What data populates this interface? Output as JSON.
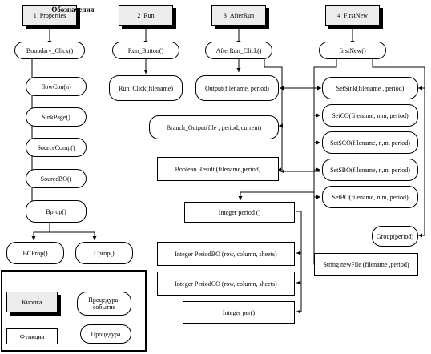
{
  "modules": {
    "properties": "1_Properties",
    "run": "2_Run",
    "afterrun": "3_AfterRun",
    "firstnew": "4_FirstNew"
  },
  "column1": {
    "boundary_click": "Boundary_Click()",
    "flowcon": "flowCon(n)",
    "sinkpage": "SinkPage()",
    "sourcecomp": "SourceComp()",
    "sourcebo": "SourceBO()",
    "bprop": "Bprop()",
    "bcprop": "BCProp()",
    "cprop": "Cprop()"
  },
  "column2": {
    "run_button": "Run_Button()",
    "run_click": "Run_Click(filename)"
  },
  "column3": {
    "afterrun_click": "AfterRun_Click()",
    "output": "Output(filename, period)",
    "branch_output": "Branch_Output(file , period, current)",
    "boolean_result": "Boolean Result (filename,period)",
    "integer_period_i": "Integer period ()",
    "integer_period_bo": "Integer PeriodBO (row, column, sheets)",
    "integer_period_co": "Integer PeriodCO (row, column, sheets)",
    "integer_per": "Integer per()"
  },
  "column4": {
    "firstnew": "firstNew()",
    "setsink": "SetSink(filename , period)",
    "setco": "SetCO(filename, n,m, period)",
    "setsco": "SetSCO(filename, n,m, period)",
    "setsbo": "SetSBO(filename, n,m, period)",
    "setbo": "SetBO(filename, n,m, period)",
    "group": "Group(period)",
    "stringnewfile": "String newFile (filename ,period)"
  },
  "legend": {
    "title": "Обозначения",
    "button": "Кнопка",
    "event_procedure": "Процедура-событие",
    "function": "Функция",
    "procedure": "Процедура"
  }
}
